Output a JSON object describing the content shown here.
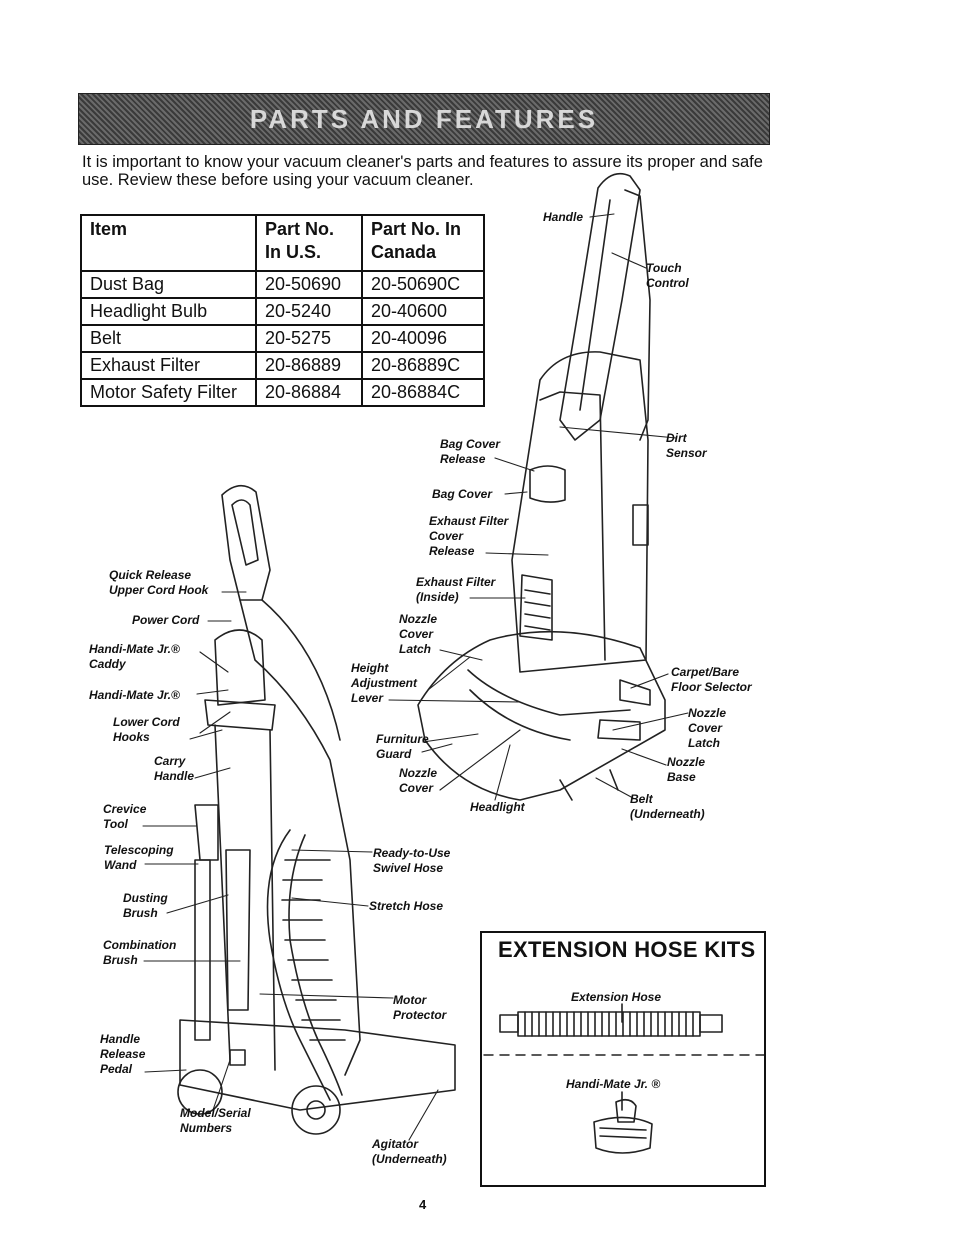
{
  "header": {
    "title": "PARTS AND FEATURES"
  },
  "intro": "It is important to know your vacuum cleaner's parts and features to assure its proper and safe use. Review these before using your vacuum cleaner.",
  "parts_table": {
    "headers": [
      "Item",
      "Part No. In U.S.",
      "Part No. In Canada"
    ],
    "rows": [
      {
        "item": "Dust Bag",
        "us": "20-50690",
        "canada": "20-50690C"
      },
      {
        "item": "Headlight Bulb",
        "us": "20-5240",
        "canada": "20-40600"
      },
      {
        "item": "Belt",
        "us": "20-5275",
        "canada": "20-40096"
      },
      {
        "item": "Exhaust Filter",
        "us": "20-86889",
        "canada": "20-86889C"
      },
      {
        "item": "Motor Safety Filter",
        "us": "20-86884",
        "canada": "20-86884C"
      }
    ]
  },
  "front_labels": {
    "handle": "Handle",
    "touch_control": "Touch Control",
    "dirt_sensor": "Dirt Sensor",
    "bag_cover_release": "Bag Cover Release",
    "bag_cover": "Bag Cover",
    "exhaust_filter_cover_release": "Exhaust Filter Cover Release",
    "exhaust_filter": "Exhaust Filter (Inside)",
    "nozzle_cover_latch_left": "Nozzle Cover Latch",
    "height_adjustment_lever": "Height Adjustment Lever",
    "carpet_bare_floor_selector": "Carpet/Bare Floor Selector",
    "nozzle_cover_latch_right": "Nozzle Cover Latch",
    "furniture_guard": "Furniture Guard",
    "nozzle_cover": "Nozzle Cover",
    "nozzle_base": "Nozzle Base",
    "headlight": "Headlight",
    "belt": "Belt (Underneath)"
  },
  "rear_labels": {
    "quick_release_hook": "Quick Release Upper Cord Hook",
    "power_cord": "Power Cord",
    "handi_mate_caddy": "Handi-Mate Jr.® Caddy",
    "handi_mate": "Handi-Mate Jr.®",
    "lower_cord_hooks": "Lower Cord Hooks",
    "carry_handle": "Carry Handle",
    "crevice_tool": "Crevice Tool",
    "telescoping_wand": "Telescoping Wand",
    "dusting_brush": "Dusting Brush",
    "combination_brush": "Combination Brush",
    "handle_release_pedal": "Handle Release Pedal",
    "model_serial": "Model/Serial Numbers",
    "ready_to_use_hose": "Ready-to-Use Swivel Hose",
    "stretch_hose": "Stretch Hose",
    "motor_protector": "Motor Protector",
    "agitator": "Agitator (Underneath)"
  },
  "extension_kits": {
    "title": "EXTENSION HOSE KITS",
    "extension_hose": "Extension Hose",
    "handi_mate": "Handi-Mate Jr. ®"
  },
  "page_number": "4"
}
